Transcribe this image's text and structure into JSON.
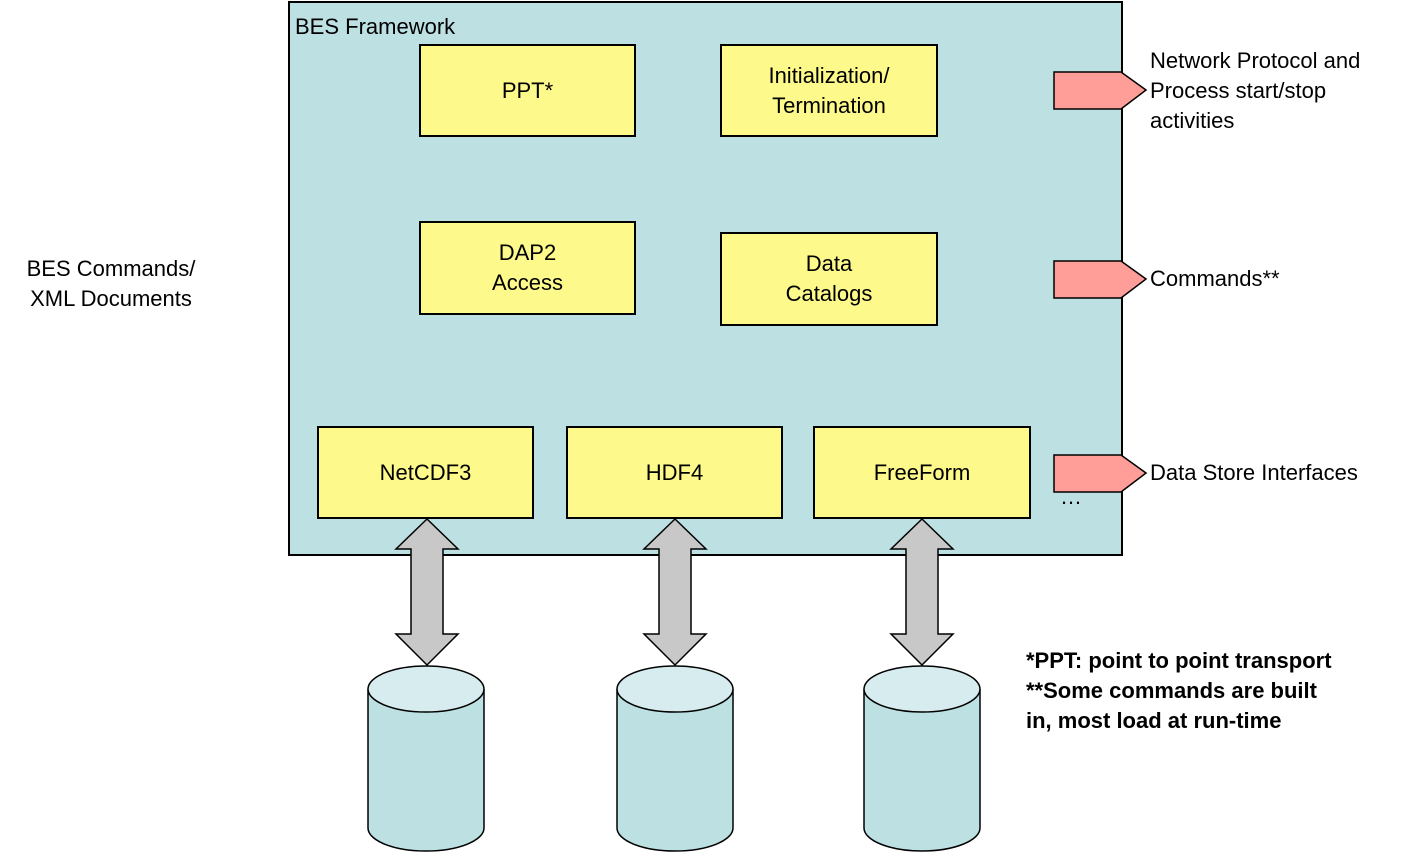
{
  "framework": {
    "title": "BES Framework",
    "modules": {
      "ppt": "PPT*",
      "init": "Initialization/\nTermination",
      "dap2": "DAP2\nAccess",
      "catalogs": "Data\nCatalogs",
      "netcdf3": "NetCDF3",
      "hdf4": "HDF4",
      "freeform": "FreeForm"
    },
    "ellipsis": "…"
  },
  "left_label": "BES Commands/\nXML Documents",
  "right_labels": {
    "network": "Network Protocol and\nProcess start/stop\nactivities",
    "commands": "Commands**",
    "datastore": "Data Store Interfaces"
  },
  "notes": "*PPT: point to point transport\n**Some commands are built\nin, most load at run-time",
  "colors": {
    "framework_fill": "#bde0e3",
    "module_fill": "#fdf98a",
    "arrow_fill": "#ff9d99",
    "double_arrow_fill": "#c8c8c8",
    "cylinder_fill": "#bde0e3"
  }
}
